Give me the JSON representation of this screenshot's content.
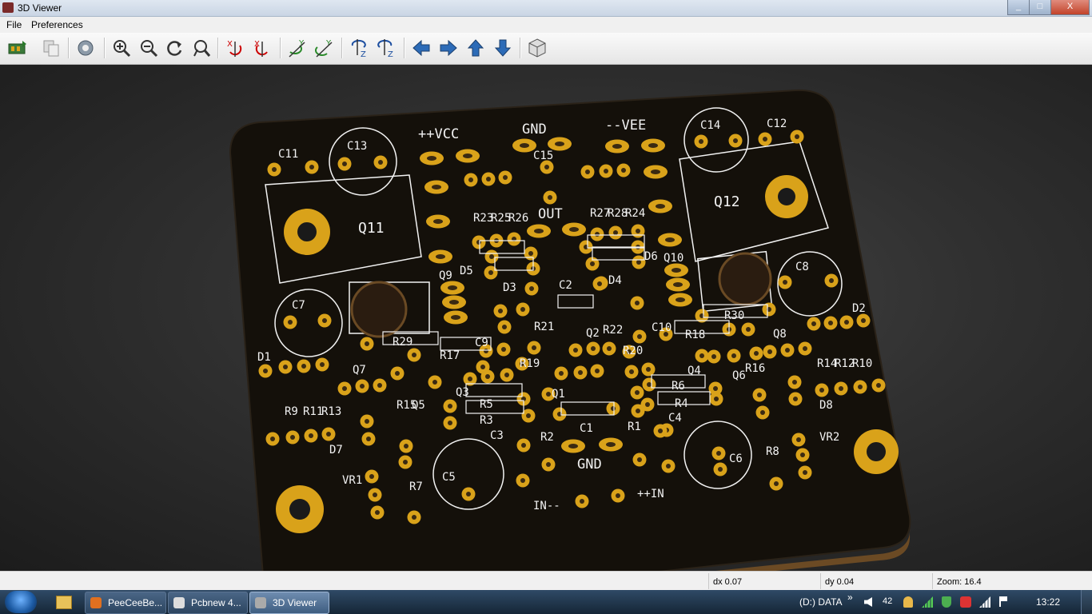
{
  "window": {
    "title": "3D Viewer",
    "min": "_",
    "max": "□",
    "close": "X"
  },
  "menu": {
    "file": "File",
    "preferences": "Preferences"
  },
  "toolbar": {
    "items": [
      {
        "name": "reload-board-icon"
      },
      {
        "name": "copy-image-icon"
      },
      {
        "name": "settings-gear-icon"
      },
      {
        "name": "zoom-in-icon"
      },
      {
        "name": "zoom-out-icon"
      },
      {
        "name": "redraw-icon"
      },
      {
        "name": "zoom-fit-icon"
      },
      {
        "name": "rotate-x-cw-icon"
      },
      {
        "name": "rotate-x-ccw-icon"
      },
      {
        "name": "rotate-y-cw-icon"
      },
      {
        "name": "rotate-y-ccw-icon"
      },
      {
        "name": "rotate-z-cw-icon"
      },
      {
        "name": "rotate-z-ccw-icon"
      },
      {
        "name": "move-left-icon"
      },
      {
        "name": "move-right-icon"
      },
      {
        "name": "move-up-icon"
      },
      {
        "name": "move-down-icon"
      },
      {
        "name": "ortho-view-icon"
      }
    ]
  },
  "pcb": {
    "labels": {
      "vcc": "++VCC",
      "gnd_top": "GND",
      "vee": "--VEE",
      "out": "OUT",
      "gnd_bottom": "GND",
      "in_minus": "IN--",
      "in_plus": "++IN",
      "q11": "Q11",
      "q12": "Q12",
      "q9": "Q9",
      "q10": "Q10",
      "q7": "Q7",
      "q8": "Q8",
      "q5": "Q5",
      "q6": "Q6",
      "q3": "Q3",
      "q4": "Q4",
      "q1": "Q1",
      "q2": "Q2",
      "c11": "C11",
      "c13": "C13",
      "c15": "C15",
      "c14": "C14",
      "c12": "C12",
      "c7": "C7",
      "c8": "C8",
      "c2": "C2",
      "c9": "C9",
      "c10": "C10",
      "c1": "C1",
      "c3": "C3",
      "c4": "C4",
      "c5": "C5",
      "c6": "C6",
      "r23": "R23",
      "r25": "R25",
      "r26": "R26",
      "r27": "R27",
      "r28": "R28",
      "r24": "R24",
      "r29": "R29",
      "r17": "R17",
      "r30": "R30",
      "r18": "R18",
      "r21": "R21",
      "r22": "R22",
      "r19": "R19",
      "r20": "R20",
      "r16": "R16",
      "r9": "R9",
      "r11": "R11",
      "r13": "R13",
      "r14": "R14",
      "r12": "R12",
      "r10": "R10",
      "r15": "R15",
      "r5": "R5",
      "r3": "R3",
      "r6": "R6",
      "r4": "R4",
      "r2": "R2",
      "r1": "R1",
      "r7": "R7",
      "r8": "R8",
      "d1": "D1",
      "d2": "D2",
      "d3": "D3",
      "d4": "D4",
      "d5": "D5",
      "d6": "D6",
      "d7": "D7",
      "d8": "D8",
      "vr1": "VR1",
      "vr2": "VR2"
    }
  },
  "status": {
    "dx": "dx 0.07",
    "dy": "dy 0.04",
    "zoom": "Zoom: 16.4"
  },
  "taskbar": {
    "tasks": [
      {
        "label": "PeeCeeBe..."
      },
      {
        "label": "Pcbnew 4..."
      },
      {
        "label": "3D Viewer"
      }
    ],
    "drive": "(D:) DATA",
    "chevron": "»",
    "volume_level": "42",
    "clock": "13:22"
  },
  "colors": {
    "board": "#141008",
    "pad": "#d9a21a",
    "silk": "#f0f0f0",
    "viewport_bg": "#2e2e2e"
  }
}
